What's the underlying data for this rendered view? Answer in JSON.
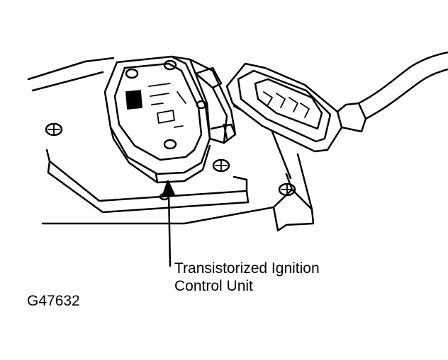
{
  "callout": {
    "line1": "Transistorized Ignition",
    "line2": "Control Unit"
  },
  "figure_id": "G47632",
  "colors": {
    "ink": "#000000",
    "paper": "#ffffff"
  }
}
